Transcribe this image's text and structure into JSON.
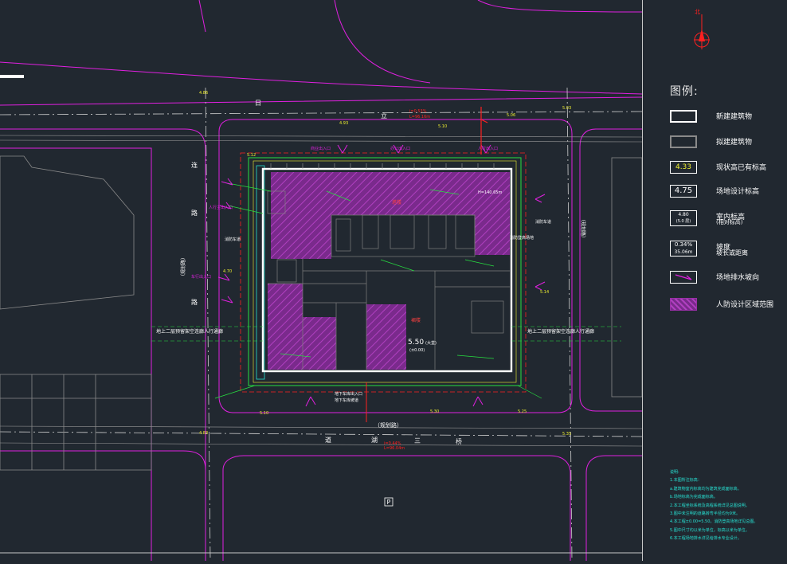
{
  "colors": {
    "background": "#212830",
    "magenta": "#e020e0",
    "white": "#ffffff",
    "grey": "#8a8a8a",
    "green": "#27e040",
    "cyan": "#27e0d2",
    "yellow": "#f0f030",
    "red": "#ff2020",
    "hatch": "#9a2fa8"
  },
  "north_arrow": {
    "label": "北"
  },
  "roads": {
    "top_road_chars": [
      "日",
      "立"
    ],
    "left_road_chars": [
      "连",
      "路",
      "路"
    ],
    "left_road_name": "（规划路）",
    "right_road_name": "（规划路）",
    "bottom_road_name": "（规划路）",
    "bottom_road_chars": [
      "道",
      "湖",
      "三",
      "桥"
    ],
    "top_slope": "i=0.53%",
    "top_slope_len": "L=96.16m",
    "bottom_slope": "i=0.44%",
    "bottom_slope_len": "L=96.04m"
  },
  "elevations": {
    "tl": "4.86",
    "tr": "5.03",
    "bl": "4.83",
    "br": "5.35",
    "top_mid_left": "4.93",
    "top_mid_right": "5.06",
    "top_a": "5.10",
    "top_b": "5.12",
    "left_mid": "4.70",
    "right_mid": "5.14",
    "bottom_a": "5.10",
    "bottom_b": "5.30",
    "bottom_c": "5.25"
  },
  "building": {
    "main_label": "塔楼",
    "podium_label": "裙楼",
    "design_level": "5.50",
    "design_level_note": "(±0.00)",
    "design_level_tag": "(大堂)",
    "height_note": "H=140.65m"
  },
  "annotations": {
    "left_pedestrian": "地上二层预留架空连廊人行通廊",
    "right_pedestrian": "地上二层预留架空连廊人行通廊",
    "fire_lane_left": "消防车道",
    "fire_lane_right": "消防车道",
    "entrance_main_left": "人行主出入口",
    "entrance_vehicle": "车行出入口",
    "entrance_garage": "地下车库出入口",
    "entrance_office": "办公出入口",
    "entrance_shop": "商业出入口",
    "entrance_person": "人行出入口",
    "ramp_note": "地下车库坡道",
    "fire_climb": "消防登高场地"
  },
  "legend": {
    "title": "图例:",
    "items": [
      {
        "symbol": "",
        "label": "新建建筑物",
        "style": "white-box"
      },
      {
        "symbol": "",
        "label": "拟建建筑物",
        "style": "grey-box"
      },
      {
        "symbol": "4.33",
        "label": "现状高已有标高",
        "style": "yellow-box"
      },
      {
        "symbol": "4.75",
        "label": "场地设计标高",
        "style": "white-box"
      },
      {
        "symbol": "4.80",
        "label": "室内标高",
        "style": "tri-box",
        "sub": "(5.0 层)",
        "sub_label": "(相对标高)"
      },
      {
        "symbol": "0.34%",
        "label": "坡度",
        "style": "slope-box",
        "sub": "35.06m",
        "sub_label": "坡长或距离"
      },
      {
        "symbol": "",
        "label": "场地排水坡向",
        "style": "arrow-box"
      },
      {
        "symbol": "",
        "label": "人防设计区域范围",
        "style": "hatch-box"
      }
    ]
  },
  "notes": {
    "title": "说明:",
    "lines": [
      "1.本图所注标高：",
      "  a.建筑物室内标高均为建筑完成面标高。",
      "  b.场地标高为完成面标高。",
      "2.本工程坐标系统及高程系统详见总图说明。",
      "3.图中未注明的道路转弯半径均为9米。",
      "4.本工程±0.00=5.50，消防登高场地详见总图。",
      "5.图中尺寸均以米为单位，标高以米为单位。",
      "6.本工程场地排水详见给排水专业设计。"
    ]
  },
  "parking_symbol": "P"
}
